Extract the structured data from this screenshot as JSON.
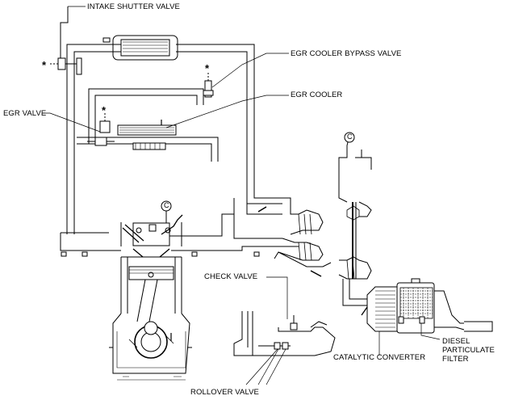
{
  "labels": {
    "intake_shutter_valve": "INTAKE SHUTTER VALVE",
    "egr_cooler_bypass_valve": "EGR COOLER BYPASS VALVE",
    "egr_cooler": "EGR COOLER",
    "egr_valve": "EGR VALVE",
    "check_valve": "CHECK VALVE",
    "catalytic_converter": "CATALYTIC CONVERTER",
    "diesel_particulate_filter_line1": "DIESEL",
    "diesel_particulate_filter_line2": "PARTICULATE",
    "diesel_particulate_filter_line3": "FILTER",
    "rollover_valve": "ROLLOVER VALVE"
  },
  "markers": {
    "asterisk": "*",
    "connector_c": "C"
  }
}
